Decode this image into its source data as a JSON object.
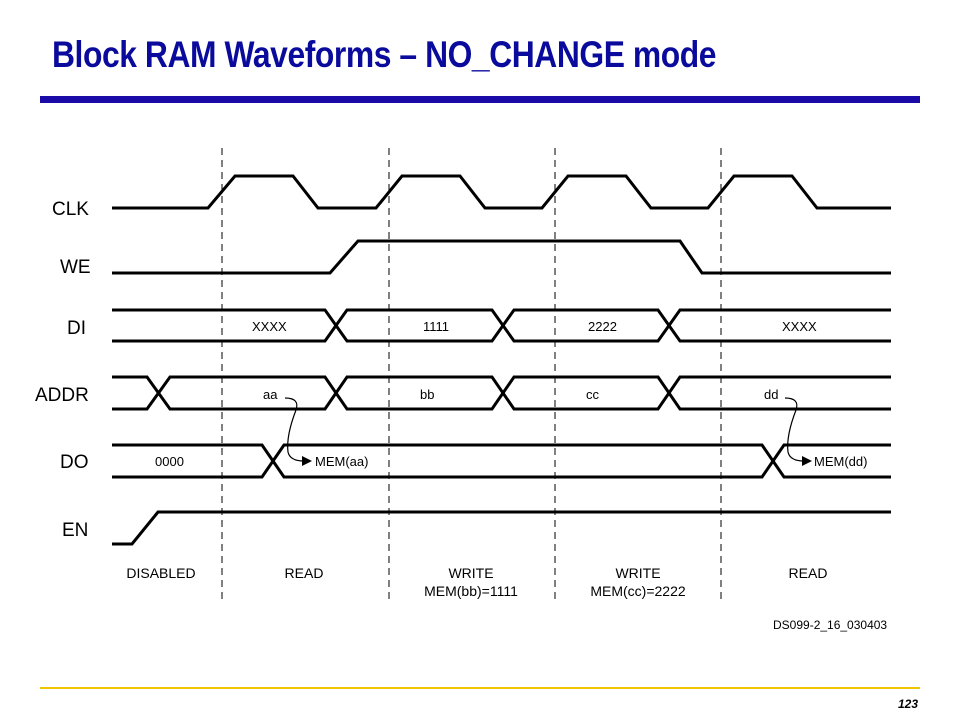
{
  "slide": {
    "title": "Block RAM Waveforms – NO_CHANGE mode",
    "page_number": "123"
  },
  "diagram": {
    "signals": [
      "CLK",
      "WE",
      "DI",
      "ADDR",
      "DO",
      "EN"
    ],
    "di_values": [
      "XXXX",
      "1111",
      "2222",
      "XXXX"
    ],
    "addr_values": [
      "aa",
      "bb",
      "cc",
      "dd"
    ],
    "do_values": [
      "0000",
      "MEM(aa)",
      "MEM(dd)"
    ],
    "modes": [
      {
        "line1": "DISABLED",
        "line2": ""
      },
      {
        "line1": "READ",
        "line2": ""
      },
      {
        "line1": "WRITE",
        "line2": "MEM(bb)=1111"
      },
      {
        "line1": "WRITE",
        "line2": "MEM(cc)=2222"
      },
      {
        "line1": "READ",
        "line2": ""
      }
    ],
    "figure_code": "DS099-2_16_030403"
  },
  "colors": {
    "title": "#0a0a9c",
    "top_rule": "#1a0aa8",
    "bottom_rule": "#f0c400",
    "waveform": "#000000"
  }
}
